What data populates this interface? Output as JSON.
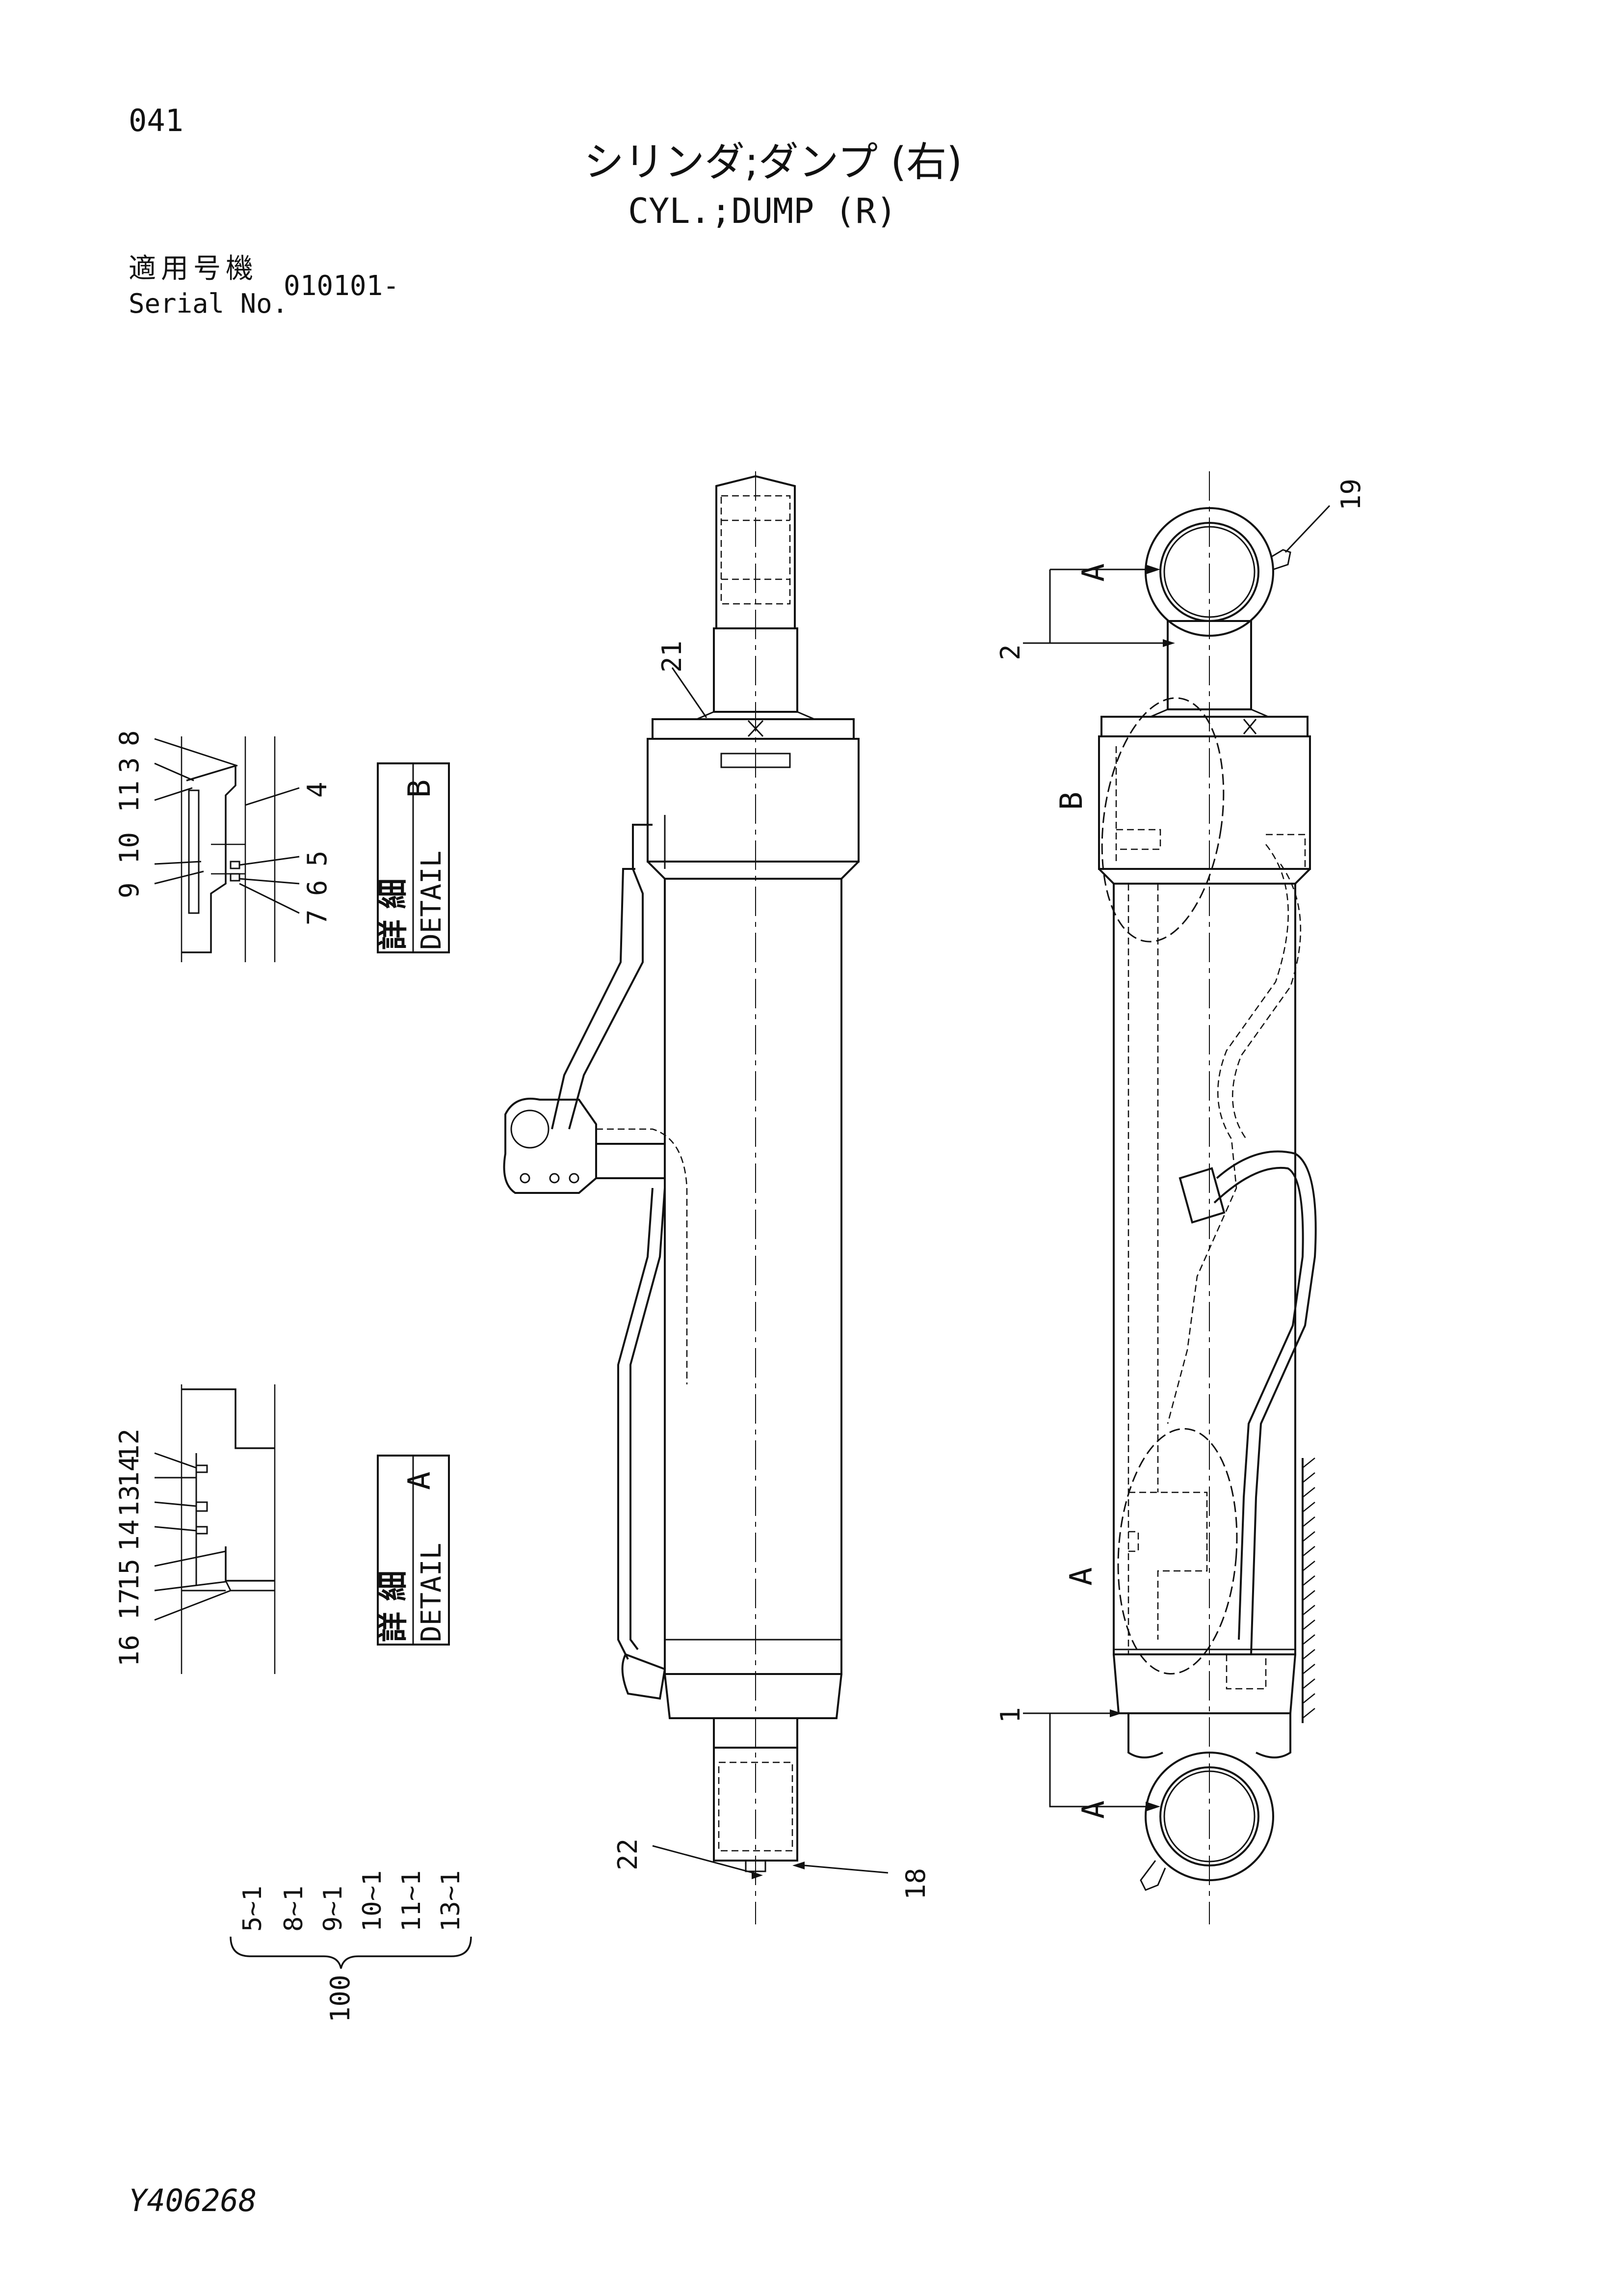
{
  "header": {
    "page_number": "041",
    "title_ja": "シリンダ;ダンプ (右)",
    "title_en": "CYL.;DUMP (R)",
    "serial_label_ja": "適用号機",
    "serial_label_en": "Serial No.",
    "serial_value": "010101-"
  },
  "detail_b": {
    "label_ja": "詳 細",
    "label_en": "DETAIL",
    "letter": "B",
    "callouts": [
      "9",
      "10",
      "11",
      "3",
      "8",
      "4",
      "5",
      "6",
      "7"
    ]
  },
  "detail_a": {
    "label_ja": "詳 細",
    "label_en": "DETAIL",
    "letter": "A",
    "callouts": [
      "16",
      "17",
      "15",
      "14",
      "13",
      "14",
      "12"
    ]
  },
  "left_view": {
    "callouts": [
      "21",
      "22",
      "18"
    ]
  },
  "right_view": {
    "callouts": [
      "19",
      "2",
      "1"
    ],
    "section_labels": [
      "A",
      "B",
      "A",
      "A"
    ]
  },
  "kit": {
    "items": [
      "5~1",
      "8~1",
      "9~1",
      "10~1",
      "11~1",
      "13~1"
    ],
    "number": "100"
  },
  "footer": {
    "doc_code": "Y406268"
  }
}
